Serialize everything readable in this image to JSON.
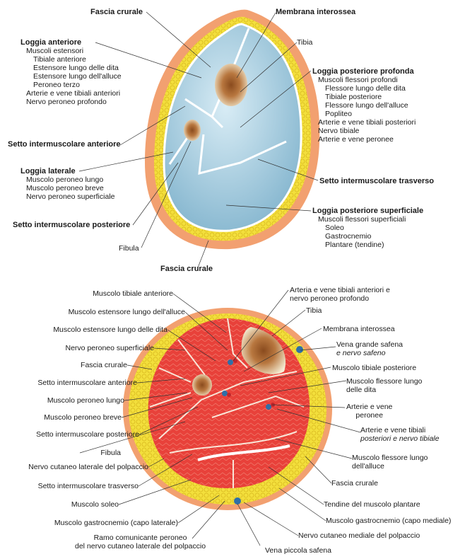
{
  "top": {
    "fascia_crurale_top": "Fascia crurale",
    "membrana_interossea": "Membrana interossea",
    "tibia": "Tibia",
    "loggia_anteriore": {
      "title": "Loggia anteriore",
      "items": [
        "Muscoli estensori",
        "Tibiale anteriore",
        "Estensore lungo delle dita",
        "Estensore lungo dell'alluce",
        "Peroneo terzo",
        "Arterie e vene tibiali anteriori",
        "Nervo peroneo profondo"
      ]
    },
    "loggia_posteriore_profonda": {
      "title": "Loggia posteriore profonda",
      "items": [
        "Muscoli flessori profondi",
        "Flessore lungo delle dita",
        "Tibiale posteriore",
        "Flessore lungo dell'alluce",
        "Popliteo",
        "Arterie e vene tibiali posteriori",
        "Nervo tibiale",
        "Arterie e vene peronee"
      ]
    },
    "setto_anteriore": "Setto intermuscolare anteriore",
    "loggia_laterale": {
      "title": "Loggia laterale",
      "items": [
        "Muscolo peroneo lungo",
        "Muscolo peroneo breve",
        "Nervo peroneo superficiale"
      ]
    },
    "setto_trasverso": "Setto intermuscolare trasverso",
    "loggia_posteriore_superficiale": {
      "title": "Loggia posteriore superficiale",
      "items": [
        "Muscoli flessori superficiali",
        "Soleo",
        "Gastrocnemio",
        "Plantare (tendine)"
      ]
    },
    "setto_posteriore": "Setto intermuscolare posteriore",
    "fibula": "Fibula",
    "fascia_crurale_bottom": "Fascia crurale"
  },
  "bottom": {
    "left": [
      "Muscolo tibiale anteriore",
      "Muscolo estensore lungo dell'alluce",
      "Muscolo estensore lungo delle dita",
      "Nervo peroneo superficiale",
      "Fascia crurale",
      "Setto intermuscolare anteriore",
      "Muscolo peroneo lungo",
      "Muscolo peroneo breve",
      "Setto intermuscolare posteriore",
      "Fibula",
      "Nervo cutaneo laterale del polpaccio",
      "Setto intermuscolare trasverso",
      "Muscolo soleo",
      "Muscolo gastrocnemio (capo laterale)"
    ],
    "ramo_line1": "Ramo comunicante peroneo",
    "ramo_line2": "del nervo cutaneo laterale del polpaccio",
    "vena_piccola": "Vena piccola safena",
    "right_arterie_ant_1": "Arteria e vene tibiali anteriori e",
    "right_arterie_ant_2": "nervo peroneo profondo",
    "right_tibia": "Tibia",
    "right_membrana": "Membrana interossea",
    "right_vena_grande_1": "Vena grande safena",
    "right_vena_grande_2": "e nervo safeno",
    "right_tibiale_post": "Muscolo tibiale posteriore",
    "right_flessore_dita_1": "Muscolo flessore lungo",
    "right_flessore_dita_2": "delle dita",
    "right_arterie_peronee_1": "Arterie e vene",
    "right_arterie_peronee_2": "peronee",
    "right_arterie_post_1": "Arterie e vene tibiali",
    "right_arterie_post_2": "posteriori e nervo tibiale",
    "right_flessore_alluce_1": "Muscolo flessore lungo",
    "right_flessore_alluce_2": "dell'alluce",
    "right_fascia": "Fascia crurale",
    "right_tendine": "Tendine del muscolo plantare",
    "right_gastro_med": "Muscolo gastrocnemio (capo mediale)",
    "right_nervo_cut_med": "Nervo cutaneo mediale del polpaccio"
  },
  "colors": {
    "fat": "#f3df3c",
    "skin": "#f2a070",
    "compartment": "#a9cde0",
    "muscle": "#e8413a",
    "bone": "#f6efd6"
  }
}
